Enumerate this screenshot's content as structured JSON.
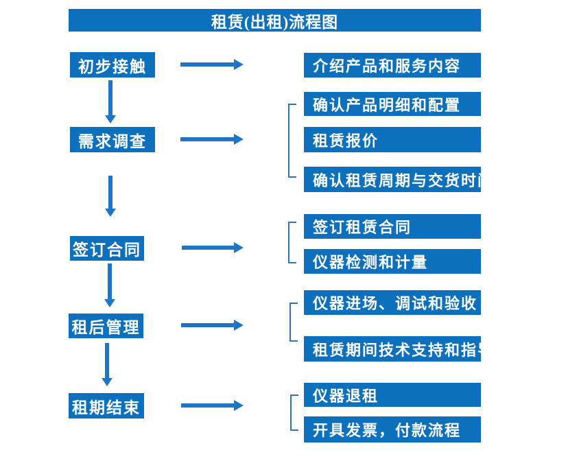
{
  "title": "租赁(出租)流程图",
  "colors": {
    "box_blue": "#0c70bd",
    "arrow_blue": "#1e74c6",
    "bracket_blue": "#2f74b6",
    "text_white": "#ffffff"
  },
  "steps": [
    {
      "label": "初步接触",
      "outputs": [
        "介绍产品和服务内容"
      ]
    },
    {
      "label": "需求调查",
      "outputs": [
        "确认产品明细和配置",
        "租赁报价",
        "确认租赁周期与交货时间"
      ]
    },
    {
      "label": "签订合同",
      "outputs": [
        "签订租赁合同",
        "仪器检测和计量"
      ]
    },
    {
      "label": "租后管理",
      "outputs": [
        "仪器进场、调试和验收",
        "租赁期间技术支持和指导"
      ]
    },
    {
      "label": "租期结束",
      "outputs": [
        "仪器退租",
        "开具发票，付款流程"
      ]
    }
  ]
}
